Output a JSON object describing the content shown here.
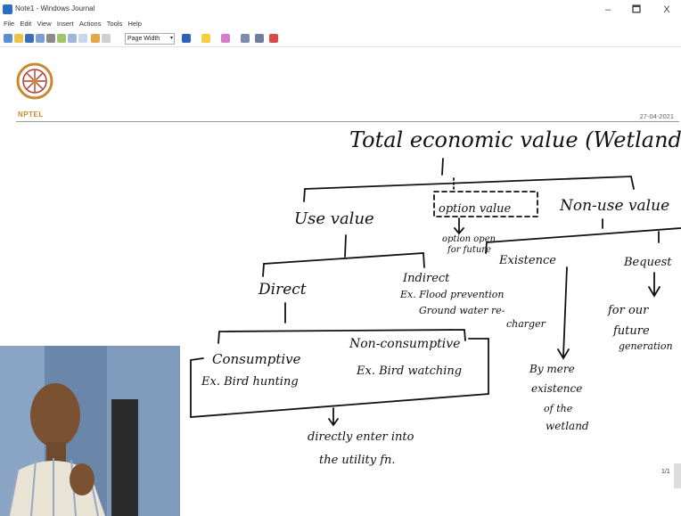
{
  "window": {
    "title": "Note1 - Windows Journal",
    "minimize": "–",
    "maximize": "🗖",
    "close": "X"
  },
  "menu": [
    "File",
    "Edit",
    "View",
    "Insert",
    "Actions",
    "Tools",
    "Help"
  ],
  "toolbar": {
    "page_width_select": "Page Width"
  },
  "page": {
    "logo_text": "NPTEL",
    "date": "27-04-2021",
    "page_indicator": "1/1"
  },
  "notes": {
    "title": "Total economic value (Wetland)",
    "use_value": "Use value",
    "option_value": "option value",
    "option_note_1": "option open",
    "option_note_2": "for future",
    "non_use_value": "Non-use value",
    "direct": "Direct",
    "indirect": "Indirect",
    "indirect_ex1": "Ex. Flood prevention",
    "indirect_ex2": "Ground water re-",
    "indirect_ex3": "charger",
    "existence": "Existence",
    "existence_note_1": "By mere",
    "existence_note_2": "existence",
    "existence_note_3": "of the",
    "existence_note_4": "wetland",
    "bequest": "Bequest",
    "bequest_note_1": "for our",
    "bequest_note_2": "future",
    "bequest_note_3": "generation",
    "consumptive": "Consumptive",
    "consumptive_ex": "Ex. Bird hunting",
    "non_consumptive": "Non-consumptive",
    "non_consumptive_ex": "Ex. Bird watching",
    "utility_1": "directly enter into",
    "utility_2": "the utility fn."
  },
  "colors": {
    "nptel_logo": "#c98a2d",
    "ink": "#111111",
    "webcam_bg": "#6a86a8"
  }
}
